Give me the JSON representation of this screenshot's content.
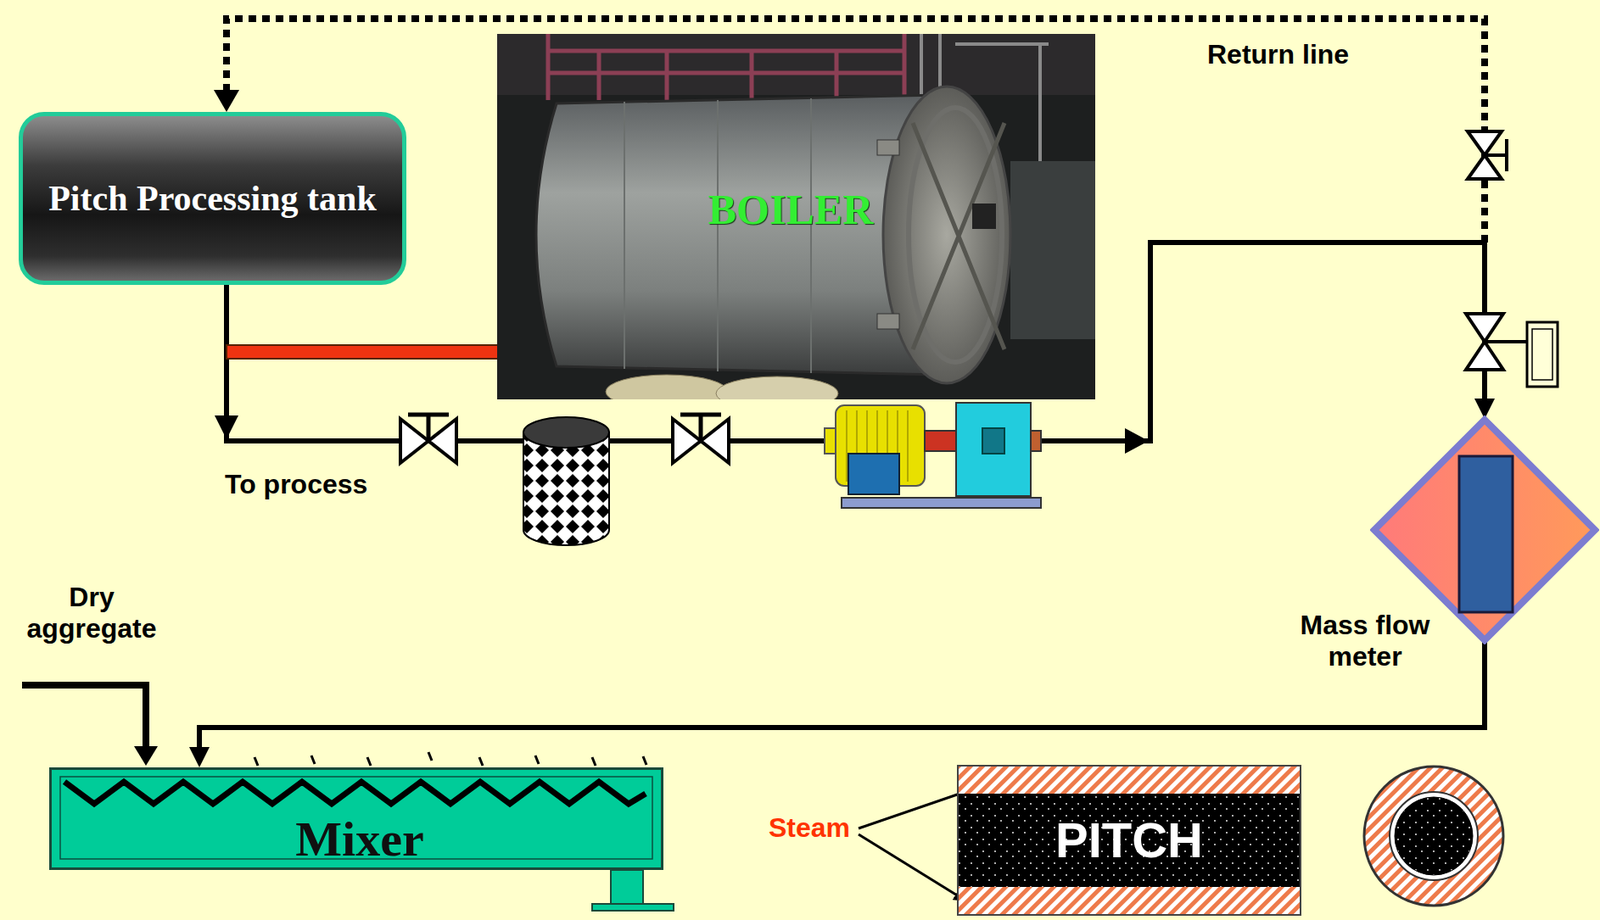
{
  "diagram": {
    "nodes": [
      {
        "text": [
          "Pitch Processing tank"
        ]
      },
      {
        "text": [
          "BOILER"
        ]
      },
      {
        "text": [
          "Mass flow meter"
        ]
      },
      {
        "text": [
          "Mixer"
        ]
      },
      {
        "text": [
          "PITCH"
        ]
      }
    ],
    "edges": [
      {
        "from": 0,
        "to": 2,
        "arrow": "to"
      },
      {
        "from": 2,
        "to": 3,
        "arrow": "to"
      }
    ],
    "labels": [
      "Return line",
      "To process",
      "Dry aggregate",
      "Steam"
    ]
  }
}
